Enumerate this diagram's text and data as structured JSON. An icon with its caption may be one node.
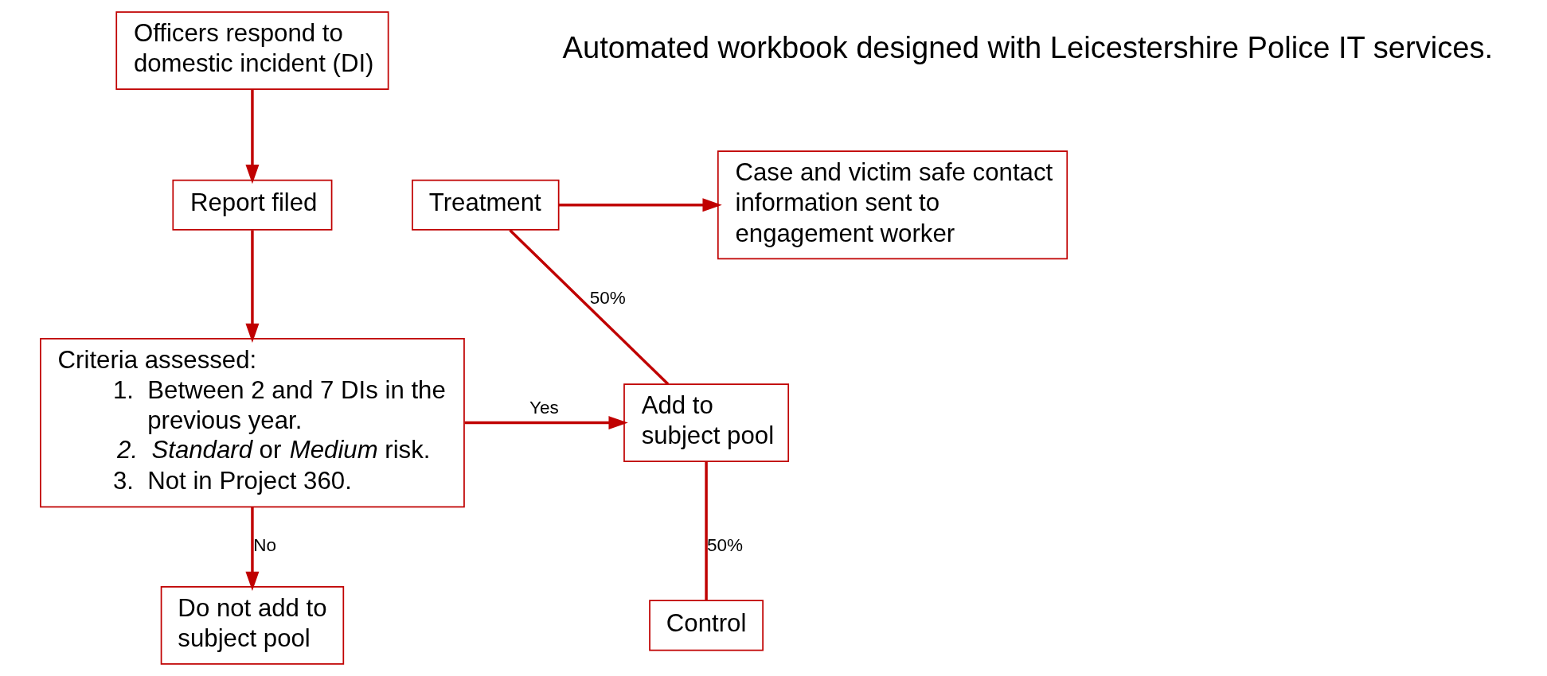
{
  "diagram": {
    "nodes": [
      {
        "text": [
          "Officers respond to domestic incident (DI)"
        ]
      },
      {
        "text": [
          "Report filed"
        ]
      },
      {
        "text": [
          "Criteria assessed:",
          "1.  Between 2 and 7 DIs in the previous year.",
          "*2.  Standard* or *Medium* risk.",
          "3.  Not in Project 360."
        ]
      },
      {
        "text": [
          "Do not add to subject pool"
        ]
      },
      {
        "text": [
          "Treatment"
        ]
      },
      {
        "text": [
          "Add to subject pool"
        ]
      },
      {
        "text": [
          "Control"
        ]
      },
      {
        "text": [
          "Case and victim safe contact information sent to engagement worker"
        ]
      }
    ],
    "edges": [
      {
        "from": 0,
        "to": 1,
        "arrow": "to"
      },
      {
        "from": 1,
        "to": 2,
        "arrow": "to"
      },
      {
        "from": 2,
        "to": 3,
        "arrow": "to",
        "label": "No"
      },
      {
        "from": 2,
        "to": 5,
        "arrow": "to",
        "label": "Yes"
      },
      {
        "from": 5,
        "to": 4,
        "arrow": "none",
        "label": "50%"
      },
      {
        "from": 5,
        "to": 6,
        "arrow": "none",
        "label": "50%"
      },
      {
        "from": 4,
        "to": 7,
        "arrow": "to"
      }
    ],
    "labels": [
      "Automated workbook designed with Leicestershire Police IT services."
    ]
  }
}
